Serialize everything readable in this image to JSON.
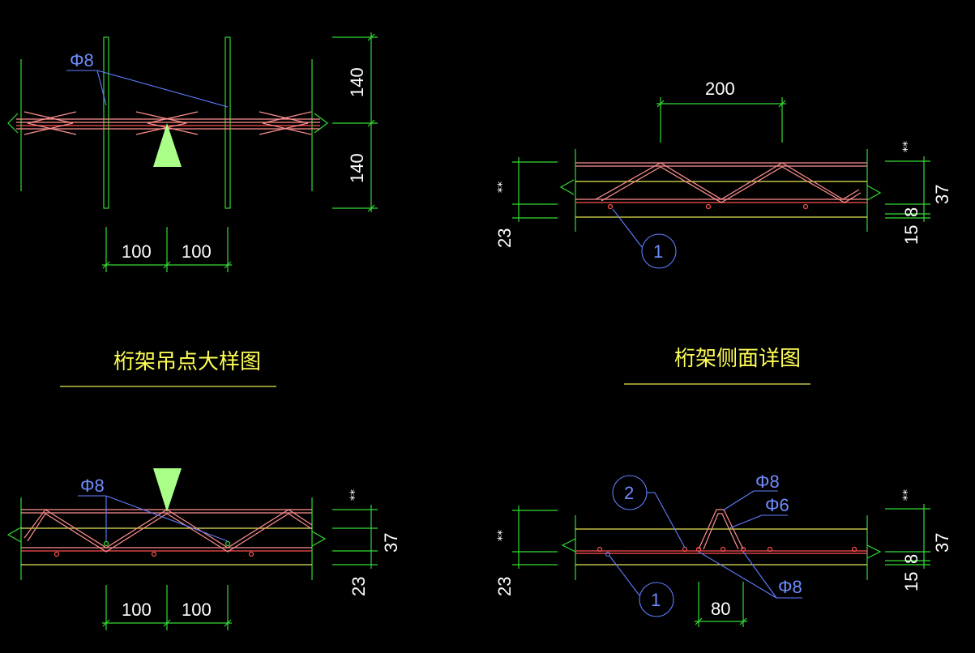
{
  "titles": {
    "lifting_detail": "桁架吊点大样图",
    "side_detail": "桁架侧面详图"
  },
  "dimensions": {
    "d_140_top": "140",
    "d_140_bottom": "140",
    "d_100_a": "100",
    "d_100_b": "100",
    "d_200": "200",
    "d_37_tr": "37",
    "d_8_tr": "8",
    "d_15_tr": "15",
    "d_23_tr": "23",
    "d_37_bl": "37",
    "d_23_bl": "23",
    "d_100_c": "100",
    "d_100_d": "100",
    "d_37_br": "37",
    "d_8_br": "8",
    "d_15_br": "15",
    "d_23_br": "23",
    "d_80": "80"
  },
  "labels": {
    "phi8_tl": "Φ8",
    "phi8_bl": "Φ8",
    "phi8_br_top": "Φ8",
    "phi6_br": "Φ6",
    "phi8_br_bottom": "Φ8"
  },
  "callouts": {
    "tr_1": "1",
    "br_2": "2",
    "br_1": "1"
  },
  "marks": {
    "star": "**"
  },
  "colors": {
    "background": "#000000",
    "dimension": "#33dd33",
    "rebar_red": "#ff5050",
    "rebar_pink": "#ff8f8f",
    "outline_yellow": "#e6e655",
    "leader_blue": "#5f7fff",
    "lift_marker": "#aaff88"
  }
}
